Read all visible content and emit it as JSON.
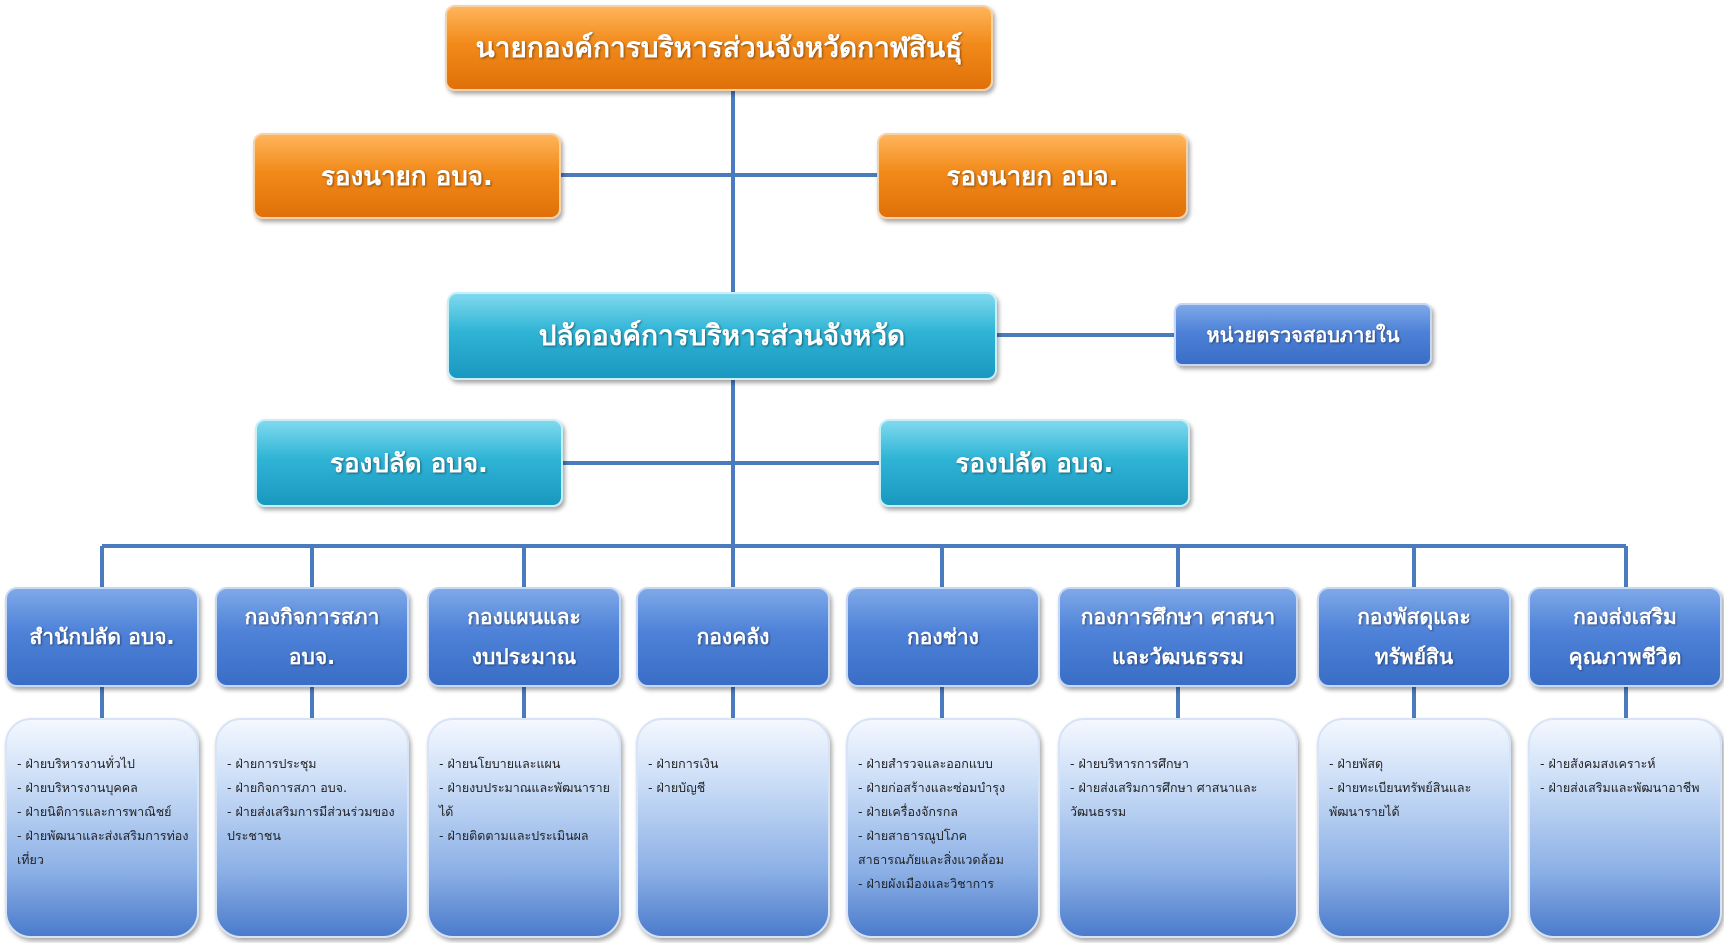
{
  "top": {
    "label": "นายกองค์การบริหารส่วนจังหวัดกาฬสินธุ์"
  },
  "deputies": [
    {
      "label": "รองนายก  อบจ."
    },
    {
      "label": "รองนายก  อบจ."
    }
  ],
  "palad": {
    "label": "ปลัดองค์การบริหารส่วนจังหวัด"
  },
  "audit": {
    "label": "หน่วยตรวจสอบภายใน"
  },
  "deputy_palad": [
    {
      "label": "รองปลัด  อบจ."
    },
    {
      "label": "รองปลัด  อบจ."
    }
  ],
  "departments": [
    {
      "line1": "สำนักปลัด อบจ.",
      "line2": "",
      "items": [
        "- ฝ่ายบริหารงานทั่วไป",
        "- ฝ่ายบริหารงานบุคคล",
        "- ฝ่ายนิติการและการพาณิชย์",
        "- ฝ่ายพัฒนาและส่งเสริมการท่องเที่ยว"
      ]
    },
    {
      "line1": "กองกิจการสภา",
      "line2": "อบจ.",
      "items": [
        "- ฝ่ายการประชุม",
        "- ฝ่ายกิจการสภา อบจ.",
        "- ฝ่ายส่งเสริมการมีส่วนร่วมของประชาชน"
      ]
    },
    {
      "line1": "กองแผนและ",
      "line2": "งบประมาณ",
      "items": [
        "- ฝ่ายนโยบายและแผน",
        "- ฝ่ายงบประมาณและพัฒนารายได้",
        "- ฝ่ายติดตามและประเมินผล"
      ]
    },
    {
      "line1": "กองคลัง",
      "line2": "",
      "items": [
        "- ฝ่ายการเงิน",
        "- ฝ่ายบัญชี"
      ]
    },
    {
      "line1": "กองช่าง",
      "line2": "",
      "items": [
        "- ฝ่ายสำรวจและออกแบบ",
        "- ฝ่ายก่อสร้างและซ่อมบำรุง",
        "- ฝ่ายเครื่องจักรกล",
        "- ฝ่ายสาธารณูปโภค สาธารณภัยและสิ่งแวดล้อม",
        "- ฝ่ายผังเมืองและวิชาการ"
      ]
    },
    {
      "line1": "กองการศึกษา ศาสนา",
      "line2": "และวัฒนธรรม",
      "items": [
        "- ฝ่ายบริหารการศึกษา",
        "- ฝ่ายส่งเสริมการศึกษา ศาสนาและวัฒนธรรม"
      ]
    },
    {
      "line1": "กองพัสดุและ",
      "line2": "ทรัพย์สิน",
      "items": [
        "- ฝ่ายพัสดุ",
        "- ฝ่ายทะเบียนทรัพย์สินและพัฒนารายได้"
      ]
    },
    {
      "line1": "กองส่งเสริม",
      "line2": "คุณภาพชีวิต",
      "items": [
        "- ฝ่ายสังคมสงเคราะห์",
        "- ฝ่ายส่งเสริมและพัฒนาอาชีพ"
      ]
    }
  ],
  "colors": {
    "line": "#4a7bbf",
    "orange": "#f28a1a",
    "teal": "#2fb4d6",
    "blue": "#4e82d8"
  }
}
